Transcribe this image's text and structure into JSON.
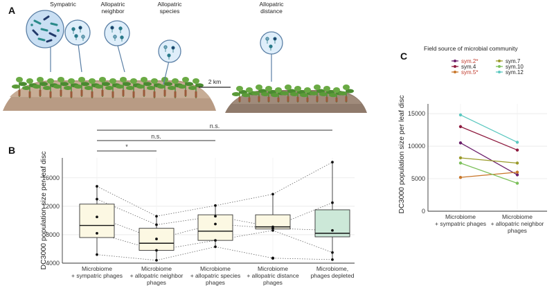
{
  "panels": {
    "a": {
      "letter": "A",
      "labels": [
        {
          "lines": [
            "Sympatric"
          ]
        },
        {
          "lines": [
            "Allopatric",
            "neighbor"
          ]
        },
        {
          "lines": [
            "Allopatric",
            "species"
          ]
        },
        {
          "lines": [
            "Allopatric",
            "distance"
          ]
        }
      ],
      "scale_label": "2 km"
    },
    "b": {
      "letter": "B"
    },
    "c": {
      "letter": "C"
    }
  },
  "colors": {
    "box_fill": "#fcf8e3",
    "depleted_fill": "#cce8d8",
    "grid": "#e6e6e6",
    "soil": "#b89b84",
    "plant": "#4a8a30",
    "bubble_fill": "#c9dff3",
    "bubble_stroke": "#5a7fa5"
  },
  "chart_data": [
    {
      "type": "box",
      "ylabel": "DC3000 population size per leaf disc",
      "ylim": [
        4000,
        18800
      ],
      "yticks": [
        4000,
        8000,
        12000,
        16000
      ],
      "categories": [
        [
          "Microbiome",
          "+ sympatric phages"
        ],
        [
          "Microbiome",
          "+ allopatric neighbor",
          "phages"
        ],
        [
          "Microbiome",
          "+ allopatric species",
          "phages"
        ],
        [
          "Microbiome",
          "+ allopatric distance",
          "phages"
        ],
        [
          "Microbiome,",
          "phages depleted"
        ]
      ],
      "boxes": [
        {
          "whisker_low": 5200,
          "q1": 7600,
          "median": 9300,
          "q3": 12300,
          "whisker_high": 14800
        },
        {
          "whisker_low": 4400,
          "q1": 5800,
          "median": 6800,
          "q3": 8900,
          "whisker_high": 10600
        },
        {
          "whisker_low": 6300,
          "q1": 7200,
          "median": 8500,
          "q3": 10800,
          "whisker_high": 12100
        },
        {
          "whisker_low": 8600,
          "q1": 8800,
          "median": 9100,
          "q3": 10800,
          "whisker_high": 13700
        },
        {
          "whisker_low": 4500,
          "q1": 7700,
          "median": 8200,
          "q3": 11500,
          "whisker_high": 18200
        }
      ],
      "outliers": [
        {
          "category": 3,
          "value": 4700
        }
      ],
      "points": [
        [
          14800,
          13000,
          10500,
          8200,
          5200
        ],
        [
          10600,
          9400,
          7400,
          5800,
          4400
        ],
        [
          12100,
          10600,
          9500,
          7200,
          6300
        ],
        [
          13700,
          9100,
          8900,
          8600,
          4700
        ],
        [
          18200,
          12500,
          8600,
          5500,
          4500
        ]
      ],
      "significance": [
        {
          "from": 0,
          "to": 4,
          "label": "n.s."
        },
        {
          "from": 0,
          "to": 2,
          "label": "n.s."
        },
        {
          "from": 0,
          "to": 1,
          "label": "*"
        }
      ]
    },
    {
      "type": "line",
      "legend_title": "Field source of microbial community",
      "ylabel": "DC3000 population size per leaf disc",
      "ylim": [
        0,
        16500
      ],
      "yticks": [
        0,
        5000,
        10000,
        15000
      ],
      "categories": [
        [
          "Microbiome",
          "+ sympatric phages"
        ],
        [
          "Microbiome",
          "+ allopatric neighbor",
          "phages"
        ]
      ],
      "series": [
        {
          "name": "sym.2*",
          "color": "#6b1f6b",
          "label_color": "#c0392b",
          "values": [
            10500,
            5600
          ]
        },
        {
          "name": "sym.4",
          "color": "#8e1a3e",
          "label_color": "#222222",
          "values": [
            13000,
            9400
          ]
        },
        {
          "name": "sym.5*",
          "color": "#c8762a",
          "label_color": "#c0392b",
          "values": [
            5200,
            6000
          ]
        },
        {
          "name": "sym.7",
          "color": "#9a9a2a",
          "label_color": "#222222",
          "values": [
            8200,
            7400
          ]
        },
        {
          "name": "sym.10",
          "color": "#7cc05a",
          "label_color": "#222222",
          "values": [
            7400,
            4300
          ]
        },
        {
          "name": "sym.12",
          "color": "#5cc8c0",
          "label_color": "#222222",
          "values": [
            14800,
            10600
          ]
        }
      ]
    }
  ]
}
